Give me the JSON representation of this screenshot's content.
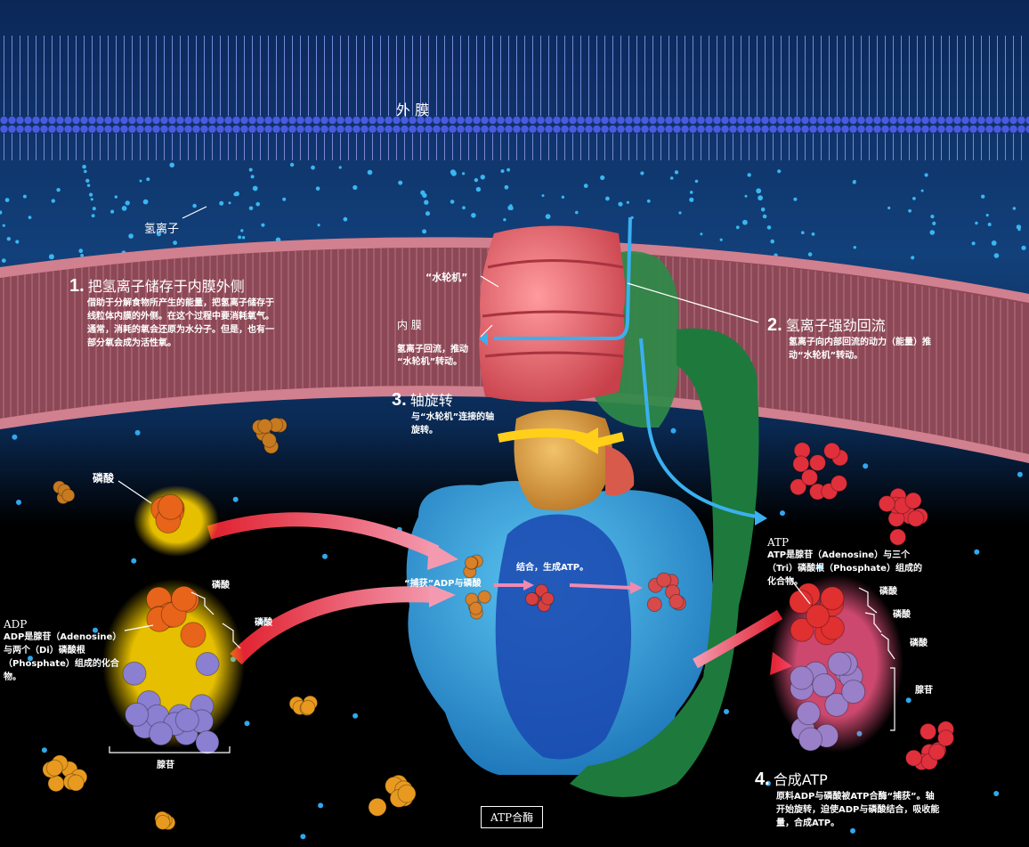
{
  "labels": {
    "outer_membrane": "外 膜",
    "hydrogen_ion": "氢离子",
    "inner_membrane": "内 膜",
    "water_wheel": "“水轮机”",
    "backflow": "氢离子回流，推动\n“水轮机”转动。",
    "phosphate_left": "磷酸",
    "capture": "“捕获”ADP与磷酸",
    "bind": "结合，生成ATP。",
    "phosphate_1": "磷酸",
    "phosphate_2": "磷酸",
    "adenosine_left": "腺苷",
    "atp_title": "ATP",
    "atp_desc": "ATP是腺苷（Adenosine）与三个（Tri）磷酸根（Phosphate）组成的化合物。",
    "atp_phosphate_1": "磷酸",
    "atp_phosphate_2": "磷酸",
    "atp_phosphate_3": "磷酸",
    "atp_adenosine": "腺苷",
    "adp_title": "ADP",
    "adp_desc": "ADP是腺苷（Adenosine）与两个（Di）磷酸根（Phosphate）组成的化合物。",
    "atp_synthase": "ATP合酶"
  },
  "steps": [
    {
      "num": "1.",
      "title": "把氢离子储存于内膜外侧",
      "desc": "借助于分解食物所产生的能量，把氢离子储存于线粒体内膜的外侧。在这个过程中要消耗氧气。通常，消耗的氧会还原为水分子。但是，也有一部分氧会成为活性氧。"
    },
    {
      "num": "2.",
      "title": "氢离子强劲回流",
      "desc": "氢离子向内部回流的动力（能量）推动“水轮机”转动。"
    },
    {
      "num": "3.",
      "title": "轴旋转",
      "desc": "与“水轮机”连接的轴旋转。"
    },
    {
      "num": "4.",
      "title": "合成ATP",
      "desc": "原料ADP与磷酸被ATP合酶“捕获”。轴开始旋转，迫使ADP与磷酸结合，吸收能量，合成ATP。"
    }
  ],
  "colors": {
    "outer_membrane": "#2a39b8",
    "inner_membrane": "#b86a78",
    "water_wheel": "#e86a72",
    "stator": "#2e8a48",
    "shaft": "#d89a3c",
    "head": "#2fa4e0",
    "arrow_red": "#d62838"
  }
}
